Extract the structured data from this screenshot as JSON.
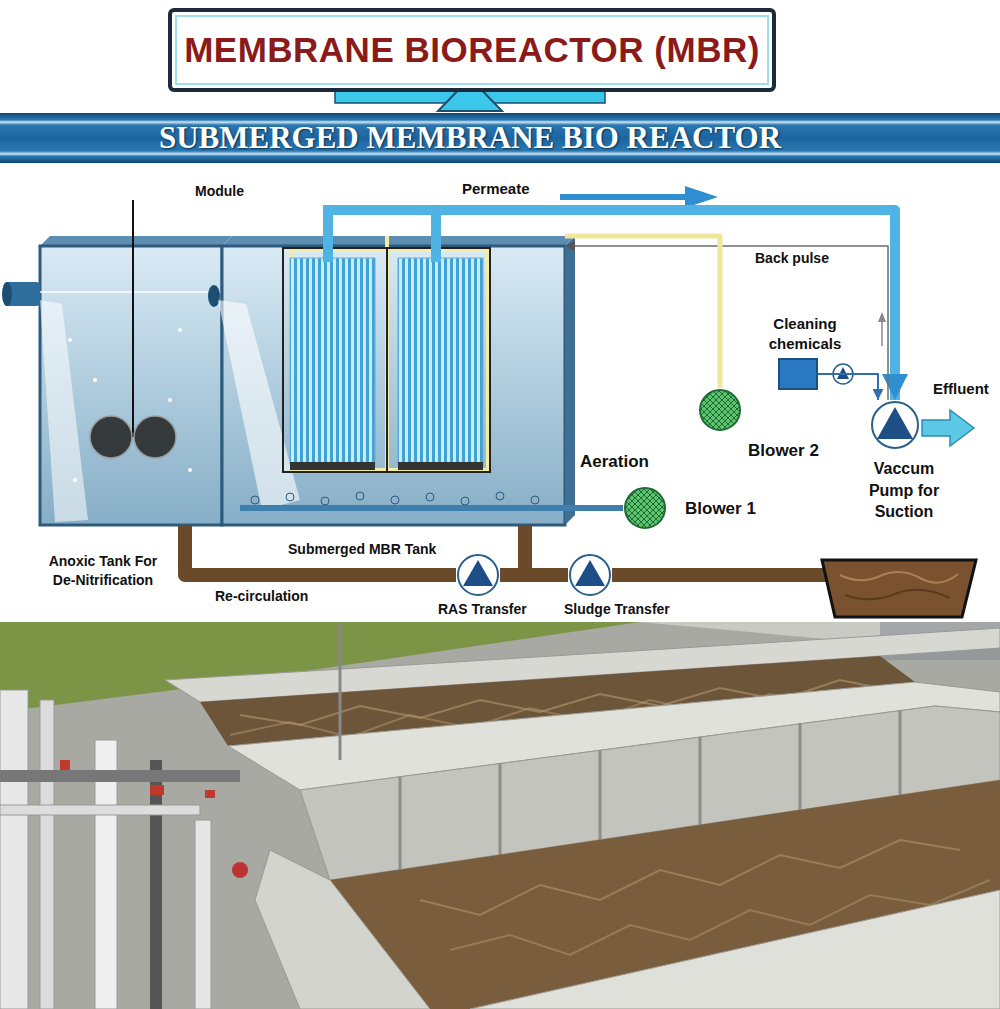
{
  "diagram": {
    "title": "MEMBRANE BIOREACTOR (MBR)",
    "nodes": [
      {
        "text": [
          "SUBMERGED MEMBRANE BIO REACTOR"
        ]
      },
      {
        "text": [
          "Anoxic Tank For De-Nitrification"
        ]
      },
      {
        "text": [
          "Submerged MBR Tank"
        ]
      },
      {
        "text": [
          "Cleaning chemicals"
        ]
      },
      {
        "text": [
          "Blower 2"
        ]
      },
      {
        "text": [
          "Blower 1"
        ]
      },
      {
        "text": [
          "Vaccum Pump for Suction"
        ]
      },
      {
        "text": [
          "RAS Transfer"
        ]
      },
      {
        "text": [
          "Sludge Transfer"
        ]
      }
    ],
    "edges": [
      {
        "from": 2,
        "to": 6,
        "label": "Permeate",
        "arrow": "to"
      },
      {
        "from": 6,
        "to": 2,
        "label": "Back pulse",
        "arrow": "to"
      },
      {
        "from": 3,
        "to": 6,
        "arrow": "to"
      },
      {
        "from": 4,
        "to": 2,
        "arrow": "none"
      },
      {
        "from": 5,
        "to": 2,
        "label": "Aeration",
        "arrow": "none"
      },
      {
        "from": 2,
        "to": 7,
        "arrow": "none"
      },
      {
        "from": 7,
        "to": 1,
        "label": "Re-circulation",
        "arrow": "none"
      },
      {
        "from": 2,
        "to": 8,
        "arrow": "none"
      }
    ],
    "labels": [
      "Module",
      "Effluent"
    ]
  }
}
